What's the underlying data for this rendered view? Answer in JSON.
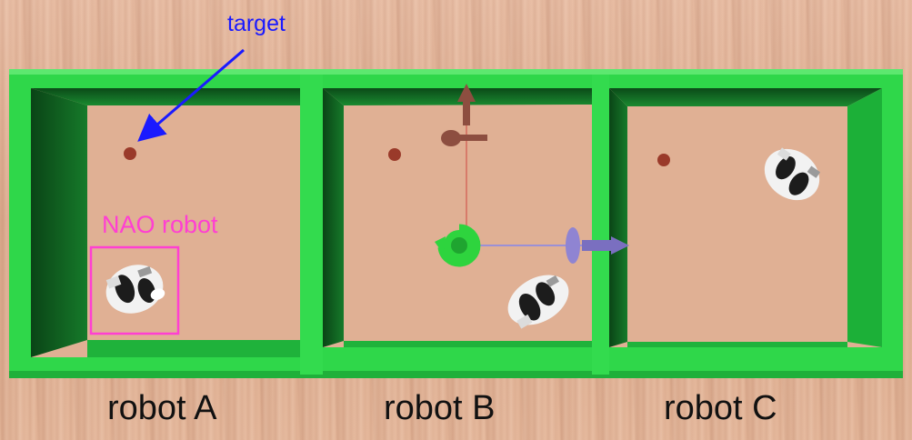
{
  "annotations": {
    "target": "target",
    "nao_robot": "NAO robot"
  },
  "robots": [
    {
      "id": "A",
      "label": "robot A"
    },
    {
      "id": "B",
      "label": "robot B"
    },
    {
      "id": "C",
      "label": "robot C"
    }
  ],
  "colors": {
    "arena_wall": "#2fd74a",
    "arena_wall_shadow": "#0e5a1d",
    "target_label": "#1a1aff",
    "nao_label": "#ff3fd2",
    "target_marker": "#9a3a2a",
    "gizmo_y_axis": "#c05a48",
    "gizmo_x_axis": "#8a7acc",
    "gizmo_rotate": "#2ed43e"
  },
  "icons": [
    "arrow-icon",
    "translate-gizmo-icon",
    "rotate-gizmo-icon",
    "nao-robot-icon"
  ]
}
